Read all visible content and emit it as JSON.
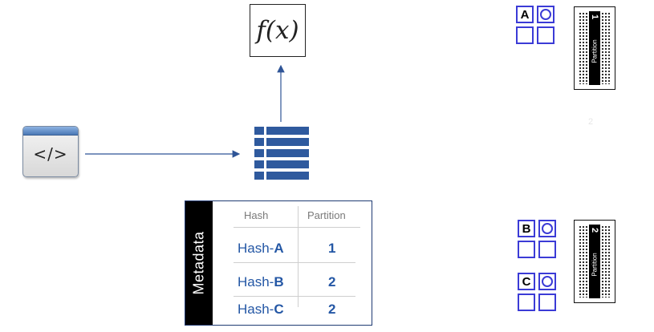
{
  "code_icon": {
    "glyph": "</>"
  },
  "function_box": {
    "label": "f(x)"
  },
  "metadata": {
    "title": "Metadata",
    "headers": {
      "hash": "Hash",
      "partition": "Partition"
    },
    "rows": [
      {
        "hash_prefix": "Hash-",
        "hash_key": "A",
        "partition": "1"
      },
      {
        "hash_prefix": "Hash-",
        "hash_key": "B",
        "partition": "2"
      },
      {
        "hash_prefix": "Hash-",
        "hash_key": "C",
        "partition": "2"
      }
    ]
  },
  "shards": [
    {
      "letter": "A"
    },
    {
      "letter": "B"
    },
    {
      "letter": "C"
    }
  ],
  "partitions": [
    {
      "number": "1",
      "label": "Partition"
    },
    {
      "number": "2",
      "label": "Partition"
    }
  ],
  "faint_marker": "2",
  "colors": {
    "arrow": "#2f5597",
    "accent_blue": "#2457a5",
    "grid_blue": "#3b3bd6"
  }
}
